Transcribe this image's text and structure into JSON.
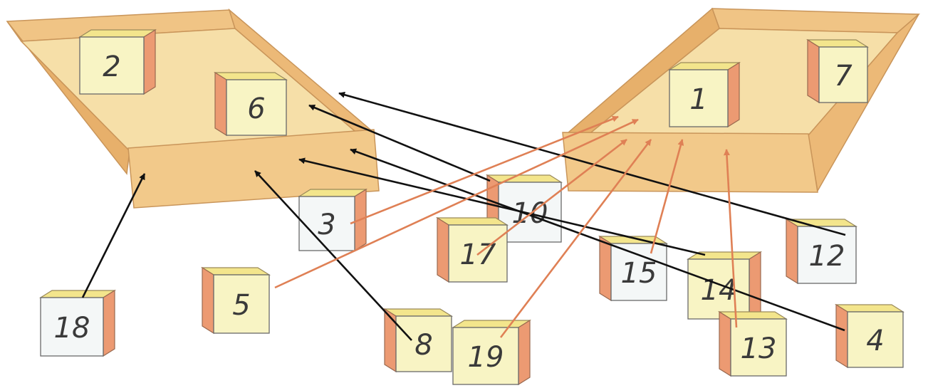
{
  "palette": {
    "tray_light": "#f7d9a2",
    "tray_mid": "#f0c485",
    "tray_dark": "#e7b06b",
    "tray_floor": "#f6dfa8",
    "tray_outline": "#c9955a",
    "cube_yellow": "#f8f4c4",
    "cube_white": "#f4f7f7",
    "cube_side": "#ec9a72",
    "cube_top": "#f3e58c",
    "arrow_black": "#111111",
    "arrow_orange": "#df8055"
  },
  "trays": [
    {
      "id": "left",
      "contains": [
        "2",
        "6"
      ]
    },
    {
      "id": "right",
      "contains": [
        "1",
        "7"
      ]
    }
  ],
  "cubes": [
    {
      "label": "2",
      "face": "yellow"
    },
    {
      "label": "6",
      "face": "yellow"
    },
    {
      "label": "1",
      "face": "yellow"
    },
    {
      "label": "7",
      "face": "yellow"
    },
    {
      "label": "3",
      "face": "white"
    },
    {
      "label": "10",
      "face": "white"
    },
    {
      "label": "17",
      "face": "yellow"
    },
    {
      "label": "15",
      "face": "white"
    },
    {
      "label": "12",
      "face": "white"
    },
    {
      "label": "14",
      "face": "yellow"
    },
    {
      "label": "18",
      "face": "white"
    },
    {
      "label": "5",
      "face": "yellow"
    },
    {
      "label": "8",
      "face": "yellow"
    },
    {
      "label": "19",
      "face": "yellow"
    },
    {
      "label": "13",
      "face": "yellow"
    },
    {
      "label": "4",
      "face": "yellow"
    }
  ],
  "arrows": [
    {
      "from": "18",
      "to": "left",
      "color": "black"
    },
    {
      "from": "8",
      "to": "left",
      "color": "black"
    },
    {
      "from": "10",
      "to": "left",
      "color": "black"
    },
    {
      "from": "12",
      "to": "left",
      "color": "black"
    },
    {
      "from": "14",
      "to": "left",
      "color": "black"
    },
    {
      "from": "4",
      "to": "left",
      "color": "black"
    },
    {
      "from": "3",
      "to": "right",
      "color": "orange"
    },
    {
      "from": "5",
      "to": "right",
      "color": "orange"
    },
    {
      "from": "17",
      "to": "right",
      "color": "orange"
    },
    {
      "from": "19",
      "to": "right",
      "color": "orange"
    },
    {
      "from": "15",
      "to": "right",
      "color": "orange"
    },
    {
      "from": "13",
      "to": "right",
      "color": "orange"
    }
  ]
}
